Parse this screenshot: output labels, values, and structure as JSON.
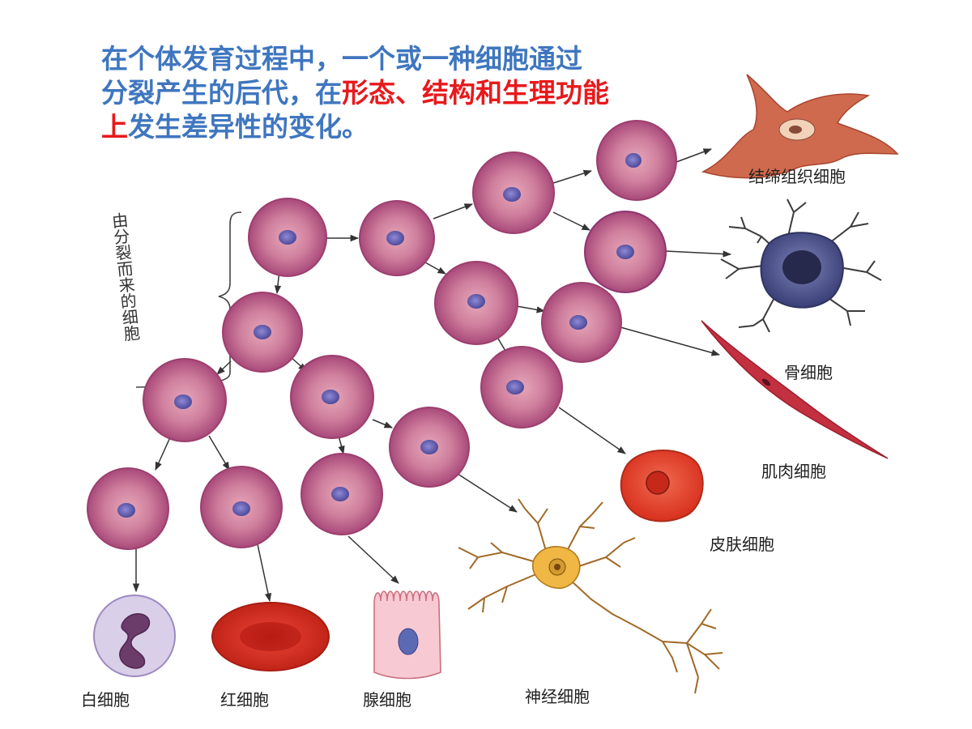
{
  "caption": {
    "line1": "在个体发育过程中，一个或一种细胞通过",
    "line2_a": "分裂产生的后代，在",
    "line2_b": "形态、结构和生理功能",
    "line3_a": "上",
    "line3_b": "发生差异性的变化。"
  },
  "labels": {
    "dividing_cells": "由分裂而来的细胞",
    "connective": "结缔组织细胞",
    "bone": "骨细胞",
    "muscle": "肌肉细胞",
    "skin": "皮肤细胞",
    "white_blood": "白细胞",
    "red_blood": "红细胞",
    "gland": "腺细胞",
    "nerve": "神经细胞"
  },
  "colors": {
    "title_blue": "#3f76bf",
    "highlight_red": "#e8191c",
    "cell_pink": "#d0829e",
    "cell_rim": "#9c3f6e",
    "nucleus": "#6a63b4",
    "rbc_red": "#d42a22"
  }
}
